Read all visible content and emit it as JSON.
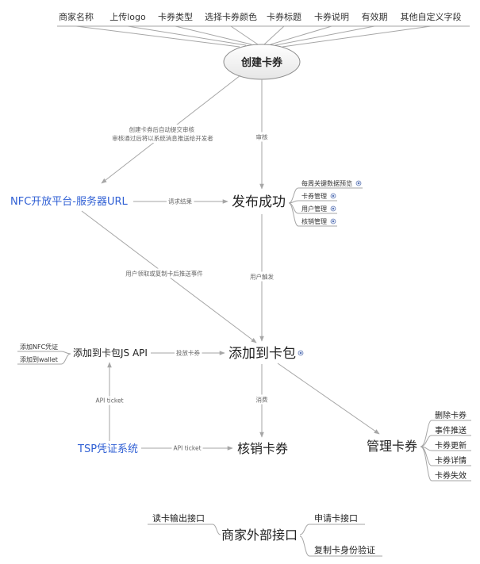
{
  "top_fields": [
    "商家名称",
    "上传logo",
    "卡券类型",
    "选择卡券颜色",
    "卡券标题",
    "卡券说明",
    "有效期",
    "其他自定义字段"
  ],
  "create": {
    "label": "创建卡券"
  },
  "nfc": {
    "label": "NFC开放平台-服务器URL"
  },
  "publish": {
    "label": "发布成功",
    "items": [
      "每周关键数据预览",
      "卡券管理",
      "用户管理",
      "核销管理"
    ]
  },
  "add_to_wallet": {
    "label": "添加到卡包"
  },
  "js_api": {
    "label": "添加到卡包JS API",
    "items": [
      "添加NFC凭证",
      "添加到wallet"
    ]
  },
  "tsp": {
    "label": "TSP凭证系统"
  },
  "redeem": {
    "label": "核销卡券"
  },
  "manage": {
    "label": "管理卡券",
    "items": [
      "删除卡券",
      "事件推送",
      "卡券更新",
      "卡券详情",
      "卡券失效"
    ]
  },
  "merchant_api": {
    "label": "商家外部接口",
    "items": [
      "读卡输出接口",
      "申请卡接口",
      "复制卡身份验证"
    ]
  },
  "edges": {
    "create_to_nfc": [
      "创建卡券后自动提交审核",
      "审核通过后将以系统消息推送给开发者"
    ],
    "create_to_publish": "审核",
    "nfc_to_publish": "请求结果",
    "nfc_to_add": "用户领取或复制卡后推送事件",
    "publish_to_add": "用户触发",
    "jsapi_to_add": "投放卡券",
    "tsp_to_jsapi": "API ticket",
    "tsp_to_redeem": "API ticket",
    "add_to_redeem": "消费"
  },
  "icons": {
    "branch_marker": "branch-marker-icon"
  },
  "colors": {
    "line": "#a6a6a6",
    "link_node": "#2f5fd4",
    "text": "#222222"
  }
}
